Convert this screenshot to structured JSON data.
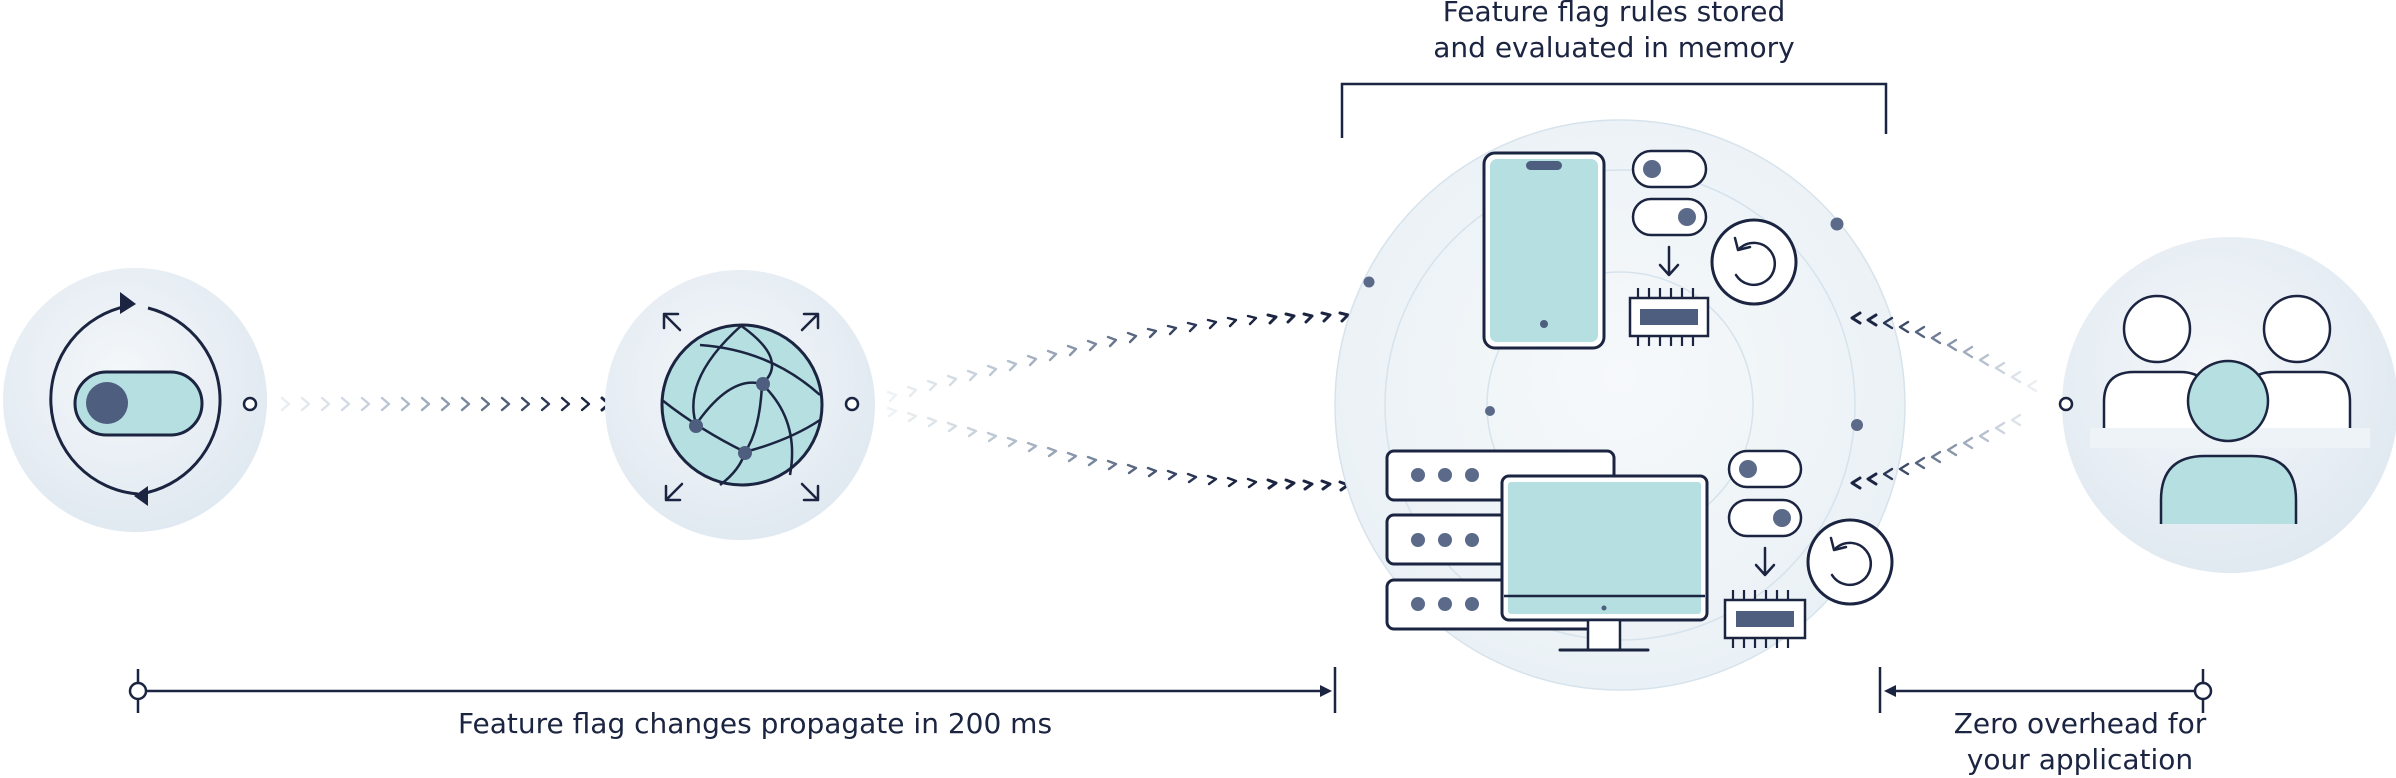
{
  "captions": {
    "top_line1": "Feature flag rules stored",
    "top_line2": "and evaluated in memory",
    "bottom_left": "Feature flag changes propagate in 200 ms",
    "bottom_right_line1": "Zero overhead for",
    "bottom_right_line2": "your application"
  },
  "icons": {
    "toggle": "toggle-switch-icon",
    "globe": "globe-network-icon",
    "phone": "mobile-phone-icon",
    "server": "server-rack-icon",
    "monitor": "desktop-monitor-icon",
    "chip": "memory-chip-icon",
    "refresh": "refresh-icon",
    "users": "users-group-icon"
  },
  "colors": {
    "ink": "#1b2440",
    "teal": "#b5dfe0",
    "slate": "#5a6a88",
    "halo": "#e6eef4",
    "ring": "#d7e3ec",
    "arrow_light": "#c9d2dc"
  }
}
